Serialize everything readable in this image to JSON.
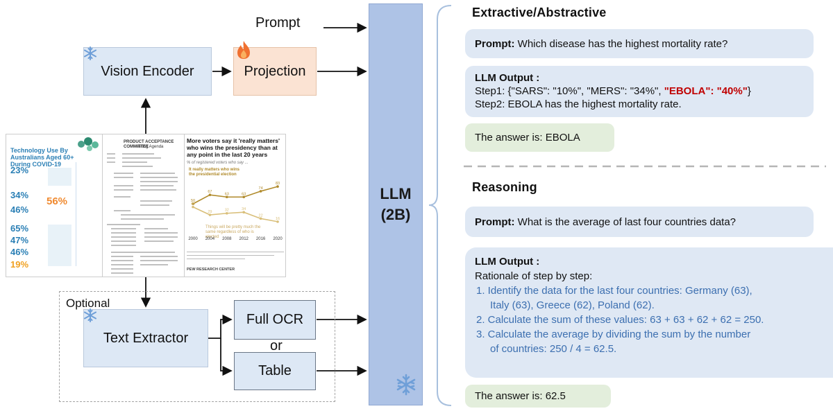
{
  "left": {
    "prompt_label": "Prompt",
    "vision_encoder": "Vision Encoder",
    "projection": "Projection",
    "optional_label": "Optional",
    "text_extractor": "Text Extractor",
    "full_ocr": "Full OCR",
    "or_label": "or",
    "table": "Table"
  },
  "llm": {
    "line1": "LLM",
    "line2": "(2B)"
  },
  "docs": {
    "infographic": {
      "title": "Technology Use By Australians Aged 60+ During COVID-19",
      "stats": [
        "23%",
        "34%",
        "46%",
        "56%",
        "65%",
        "47%",
        "46%",
        "19%"
      ]
    },
    "form": {
      "title": "PRODUCT ACCEPTANCE COMMITTEE",
      "subtitle": "Meeting Agenda"
    },
    "chart": {
      "title": "More voters say it 'really matters' who wins the presidency than at any point in the last 20 years",
      "subtitle": "% of registered voters who say ...",
      "series1_label": "It really matters who wins the presidential election",
      "series2_label": "Things will be pretty much the same regardless of who is elected",
      "source": "PEW RESEARCH CENTER"
    }
  },
  "chart_data": {
    "type": "line",
    "x": [
      2000,
      2004,
      2008,
      2012,
      2016,
      2020
    ],
    "series": [
      {
        "name": "It really matters who wins the presidential election",
        "values": [
          50,
          67,
          63,
          63,
          74,
          83
        ]
      },
      {
        "name": "Things will be pretty much the same regardless of who is elected",
        "values": [
          44,
          29,
          32,
          34,
          22,
          16
        ]
      }
    ]
  },
  "right": {
    "section1_title": "Extractive/Abstractive",
    "prompt1_label": "Prompt:",
    "prompt1_text": " Which disease has the highest mortality rate?",
    "out1_label": "LLM Output :",
    "out1_step1_prefix": "Step1: {\"SARS\": \"10%\", \"MERS\": \"34%\", ",
    "out1_step1_highlight": "\"EBOLA\": \"40%\"",
    "out1_step1_suffix": "}",
    "out1_step2": "Step2: EBOLA has the highest mortality rate.",
    "answer1": "The answer is: EBOLA",
    "section2_title": "Reasoning",
    "prompt2_label": "Prompt:",
    "prompt2_text": " What is the average of last four countries data?",
    "out2_label": "LLM Output :",
    "out2_rationale": "Rationale of step by step:",
    "out2_steps": [
      "1. Identify the data for the last four countries: Germany (63),",
      "Italy (63), Greece (62), Poland (62).",
      "2. Calculate the sum of these values: 63 + 63 + 62 + 62 = 250.",
      "3. Calculate the average by dividing the sum by the number",
      "of countries: 250 / 4 = 62.5."
    ],
    "answer2": "The answer is: 62.5"
  },
  "colors": {
    "frozen": "#6f9fd8",
    "fire": "#f07030",
    "llm": "#aec3e6",
    "encoder": "#dde8f5",
    "projection": "#fbe3d3",
    "answer": "#e3eedc",
    "highlight": "#c00000",
    "steps": "#3c6fb0"
  }
}
